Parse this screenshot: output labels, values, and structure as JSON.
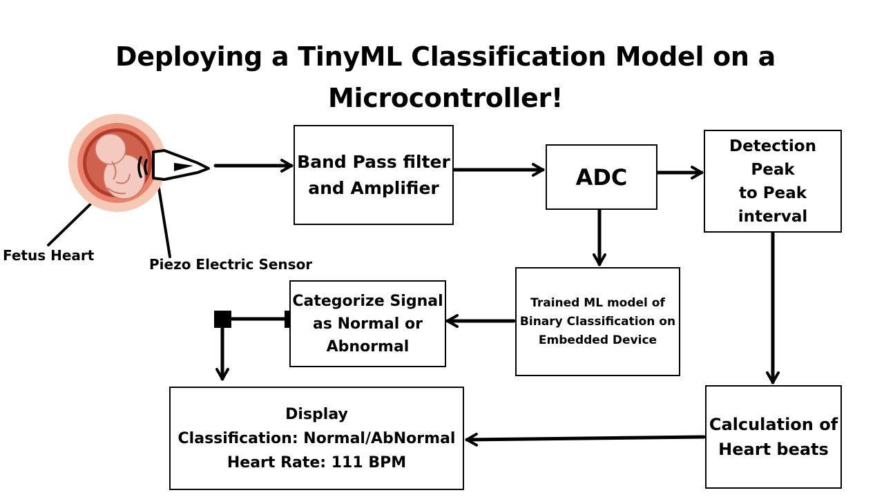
{
  "title": {
    "line1": "Deploying a TinyML Classification Model on a",
    "line2": "Microcontroller!"
  },
  "labels": {
    "fetus_heart": "Fetus Heart",
    "piezo_sensor": "Piezo Electric Sensor"
  },
  "blocks": {
    "bandpass": [
      "Band Pass filter",
      "and Amplifier"
    ],
    "adc": [
      "ADC"
    ],
    "peak_detection": [
      "Detection Peak",
      "to Peak",
      "interval"
    ],
    "ml_model": [
      "Trained ML model of",
      "Binary Classification on",
      "Embedded Device"
    ],
    "categorize": [
      "Categorize Signal",
      "as Normal or",
      "Abnormal"
    ],
    "heart_beats": [
      "Calculation of",
      "Heart beats"
    ],
    "display": [
      "Display",
      "Classification: Normal/AbNormal",
      "Heart Rate: 111 BPM"
    ]
  },
  "icons": {
    "fetus": "fetus-in-womb-icon",
    "probe": "ultrasound-probe-icon"
  },
  "colors": {
    "womb_outer": "#f6c8b6",
    "womb_mid": "#e8826a",
    "womb_inner": "#b23a2a",
    "fetus_skin": "#f3c9c0"
  }
}
